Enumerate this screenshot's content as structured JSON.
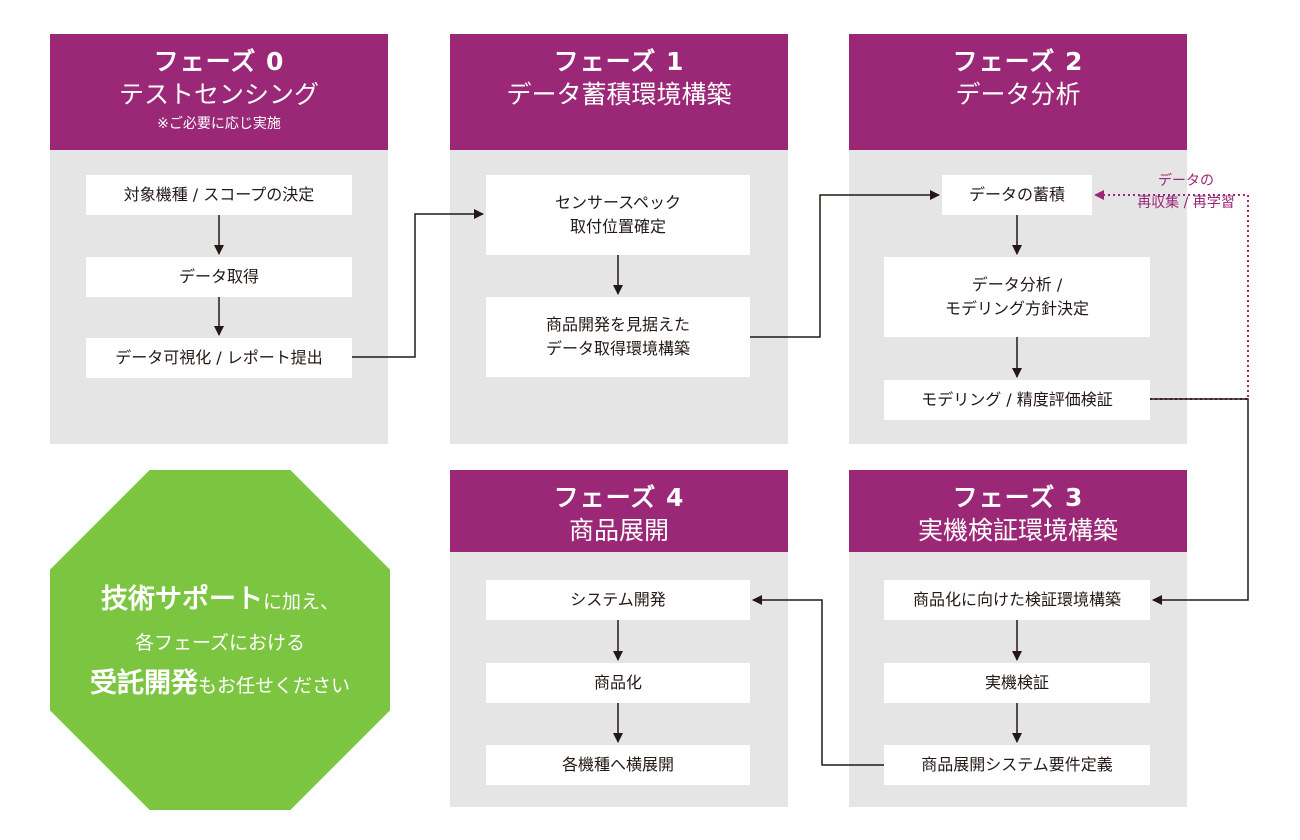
{
  "colors": {
    "header": "#9b2777",
    "panel": "#e5e5e5",
    "octagon": "#7cc541",
    "arrow": "#231815"
  },
  "phases": [
    {
      "num": "フェーズ 0",
      "title": "テストセンシング",
      "note": "※ご必要に応じ実施",
      "steps": [
        "対象機種 / スコープの決定",
        "データ取得",
        "データ可視化 / レポート提出"
      ]
    },
    {
      "num": "フェーズ 1",
      "title": "データ蓄積環境構築",
      "steps": [
        [
          "センサースペック",
          "取付位置確定"
        ],
        [
          "商品開発を見据えた",
          "データ取得環境構築"
        ]
      ]
    },
    {
      "num": "フェーズ 2",
      "title": "データ分析",
      "steps": [
        "データの蓄積",
        [
          "データ分析 /",
          "モデリング方針決定"
        ],
        "モデリング / 精度評価検証"
      ]
    },
    {
      "num": "フェーズ 3",
      "title": "実機検証環境構築",
      "steps": [
        "商品化に向けた検証環境構築",
        "実機検証",
        "商品展開システム要件定義"
      ]
    },
    {
      "num": "フェーズ 4",
      "title": "商品展開",
      "steps": [
        "システム開発",
        "商品化",
        "各機種へ横展開"
      ]
    }
  ],
  "retry": {
    "line1": "データの",
    "line2": "再収集 / 再学習"
  },
  "octagon": {
    "l1_big": "技術サポート",
    "l1_small": "に加え、",
    "l2": "各フェーズにおける",
    "l3_big": "受託開発",
    "l3_small": "もお任せください"
  }
}
